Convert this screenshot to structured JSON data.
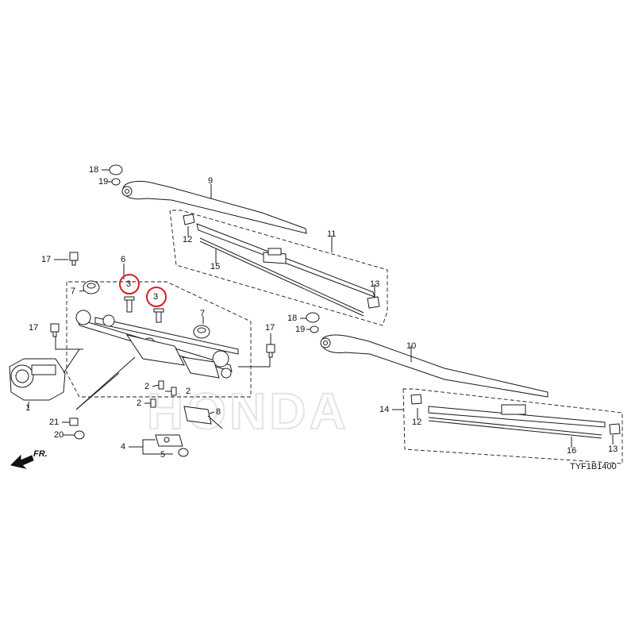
{
  "diagram_code": "TYF1B1400",
  "direction_label": "FR.",
  "watermark": "HONDA",
  "highlight_color": "#d42020",
  "callouts": [
    {
      "id": "c1",
      "label": "1"
    },
    {
      "id": "c2a",
      "label": "2"
    },
    {
      "id": "c2b",
      "label": "2"
    },
    {
      "id": "c2c",
      "label": "2"
    },
    {
      "id": "c3a",
      "label": "3"
    },
    {
      "id": "c3b",
      "label": "3"
    },
    {
      "id": "c4",
      "label": "4"
    },
    {
      "id": "c5",
      "label": "5"
    },
    {
      "id": "c6",
      "label": "6"
    },
    {
      "id": "c7a",
      "label": "7"
    },
    {
      "id": "c7b",
      "label": "7"
    },
    {
      "id": "c8",
      "label": "8"
    },
    {
      "id": "c9",
      "label": "9"
    },
    {
      "id": "c10",
      "label": "10"
    },
    {
      "id": "c11",
      "label": "11"
    },
    {
      "id": "c12a",
      "label": "12"
    },
    {
      "id": "c12b",
      "label": "12"
    },
    {
      "id": "c13a",
      "label": "13"
    },
    {
      "id": "c13b",
      "label": "13"
    },
    {
      "id": "c14",
      "label": "14"
    },
    {
      "id": "c15",
      "label": "15"
    },
    {
      "id": "c16",
      "label": "16"
    },
    {
      "id": "c17a",
      "label": "17"
    },
    {
      "id": "c17b",
      "label": "17"
    },
    {
      "id": "c17c",
      "label": "17"
    },
    {
      "id": "c18a",
      "label": "18"
    },
    {
      "id": "c18b",
      "label": "18"
    },
    {
      "id": "c19a",
      "label": "19"
    },
    {
      "id": "c19b",
      "label": "19"
    },
    {
      "id": "c20",
      "label": "20"
    },
    {
      "id": "c21",
      "label": "21"
    }
  ]
}
